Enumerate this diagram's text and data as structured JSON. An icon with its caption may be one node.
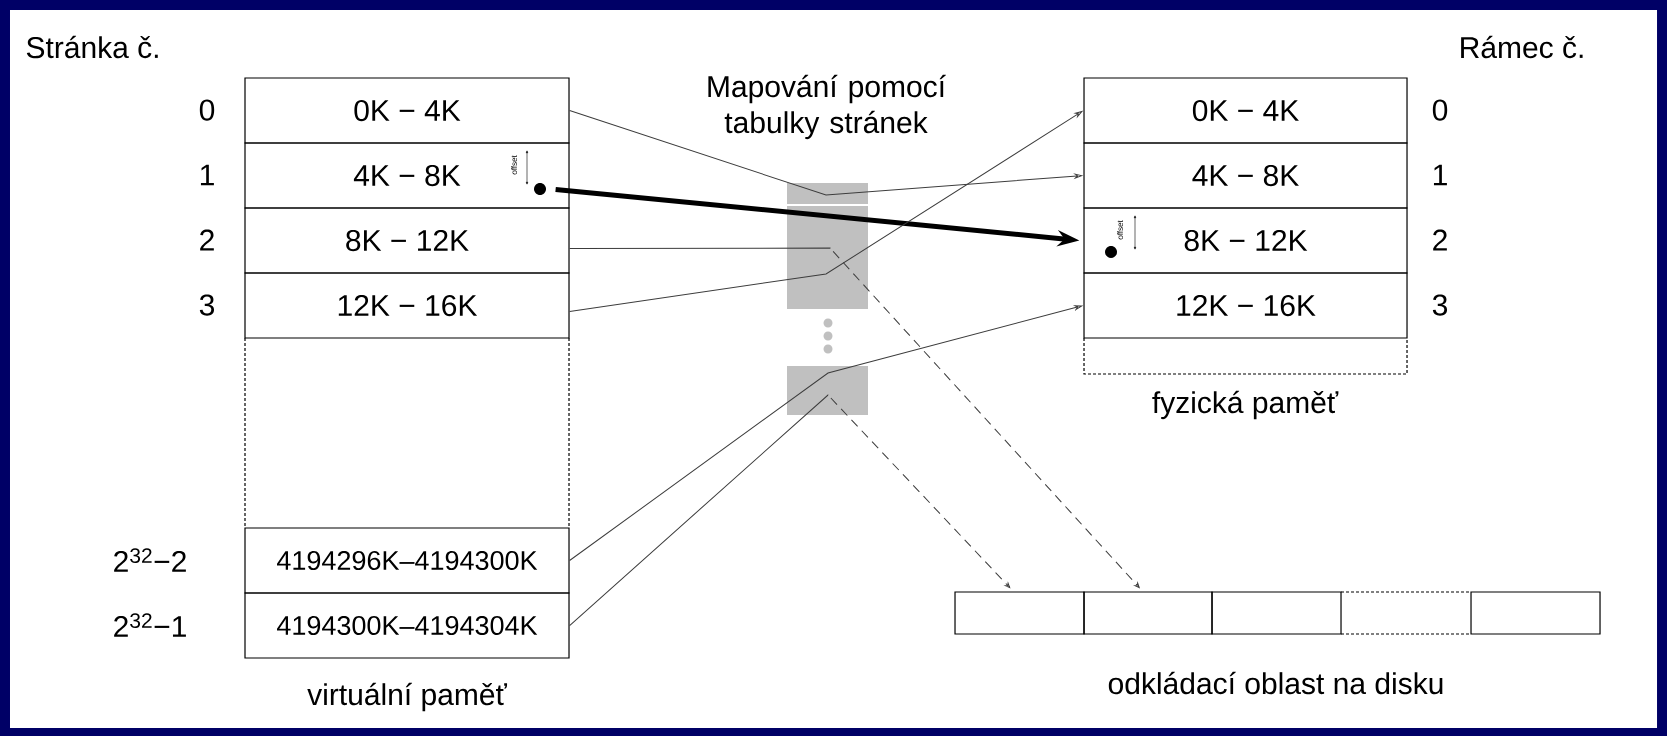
{
  "diagram": {
    "nodes": [
      {
        "text": [
          "0K − 4K"
        ]
      },
      {
        "text": [
          "4K − 8K"
        ]
      },
      {
        "text": [
          "8K − 12K"
        ]
      },
      {
        "text": [
          "12K − 16K"
        ]
      },
      {
        "text": [
          "4194296K–4194300K"
        ]
      },
      {
        "text": [
          "4194300K–4194304K"
        ]
      },
      {
        "text": [
          "0K − 4K"
        ]
      },
      {
        "text": [
          "4K − 8K"
        ]
      },
      {
        "text": [
          "8K − 12K"
        ]
      },
      {
        "text": [
          "12K − 16K"
        ]
      },
      {
        "text": [],
        "shape": "box"
      },
      {
        "text": [],
        "shape": "box"
      },
      {
        "text": [],
        "shape": "box"
      },
      {
        "text": [],
        "shape": "box"
      }
    ],
    "edges": [
      {
        "from": 0,
        "to": 7,
        "arrow": "to"
      },
      {
        "from": 1,
        "to": 8,
        "arrow": "to",
        "style": "thick"
      },
      {
        "from": 2,
        "to": 11,
        "arrow": "to",
        "style": "dashed"
      },
      {
        "from": 3,
        "to": 6,
        "arrow": "to"
      },
      {
        "from": 4,
        "to": 9,
        "arrow": "to"
      },
      {
        "from": 5,
        "to": 10,
        "arrow": "to",
        "style": "dashed"
      }
    ],
    "labels": [
      "Stránka č.",
      "Mapování pomocí tabulky stránek",
      "Rámec č.",
      "0",
      "0",
      "1",
      "1",
      "2",
      "2",
      "3",
      "3",
      "offset",
      "offset",
      "fyzická paměť",
      "2$^{32}$−2",
      "2$^{32}$−1",
      "virtuální paměť",
      "odkládací oblast na disku"
    ]
  }
}
